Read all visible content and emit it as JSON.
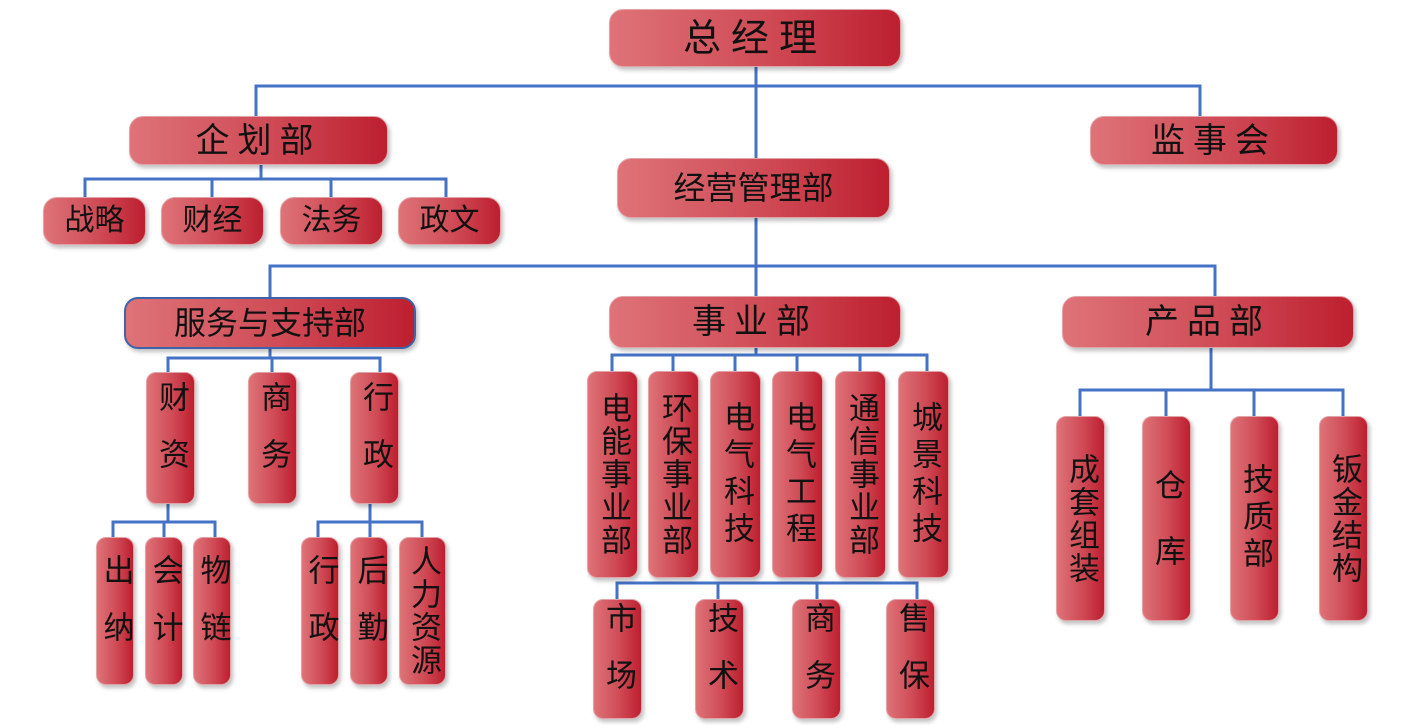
{
  "org_chart": {
    "ceo": "总经理",
    "planning": {
      "label": "企划部",
      "children": [
        "战略",
        "财经",
        "法务",
        "政文"
      ]
    },
    "supervisory": "监事会",
    "operations": "经营管理部",
    "service_support": {
      "label": "服务与支持部",
      "finance": {
        "label": "财资",
        "children": [
          "出纳",
          "会计",
          "物链"
        ]
      },
      "commerce": "商务",
      "administration": {
        "label": "行政",
        "children": [
          "行政",
          "后勤",
          "人力资源"
        ]
      }
    },
    "business": {
      "label": "事业部",
      "children": [
        "电能事业部",
        "环保事业部",
        "电气科技",
        "电气工程",
        "通信事业部",
        "城景科技"
      ],
      "functions": [
        "市场",
        "技术",
        "商务",
        "售保"
      ]
    },
    "product": {
      "label": "产品部",
      "children": [
        "成套组装",
        "仓　库",
        "技质部",
        "钣金结构"
      ]
    }
  },
  "colors": {
    "node_light": "#de7378",
    "node_dark": "#bd1f2f",
    "connector": "#4472c4"
  }
}
